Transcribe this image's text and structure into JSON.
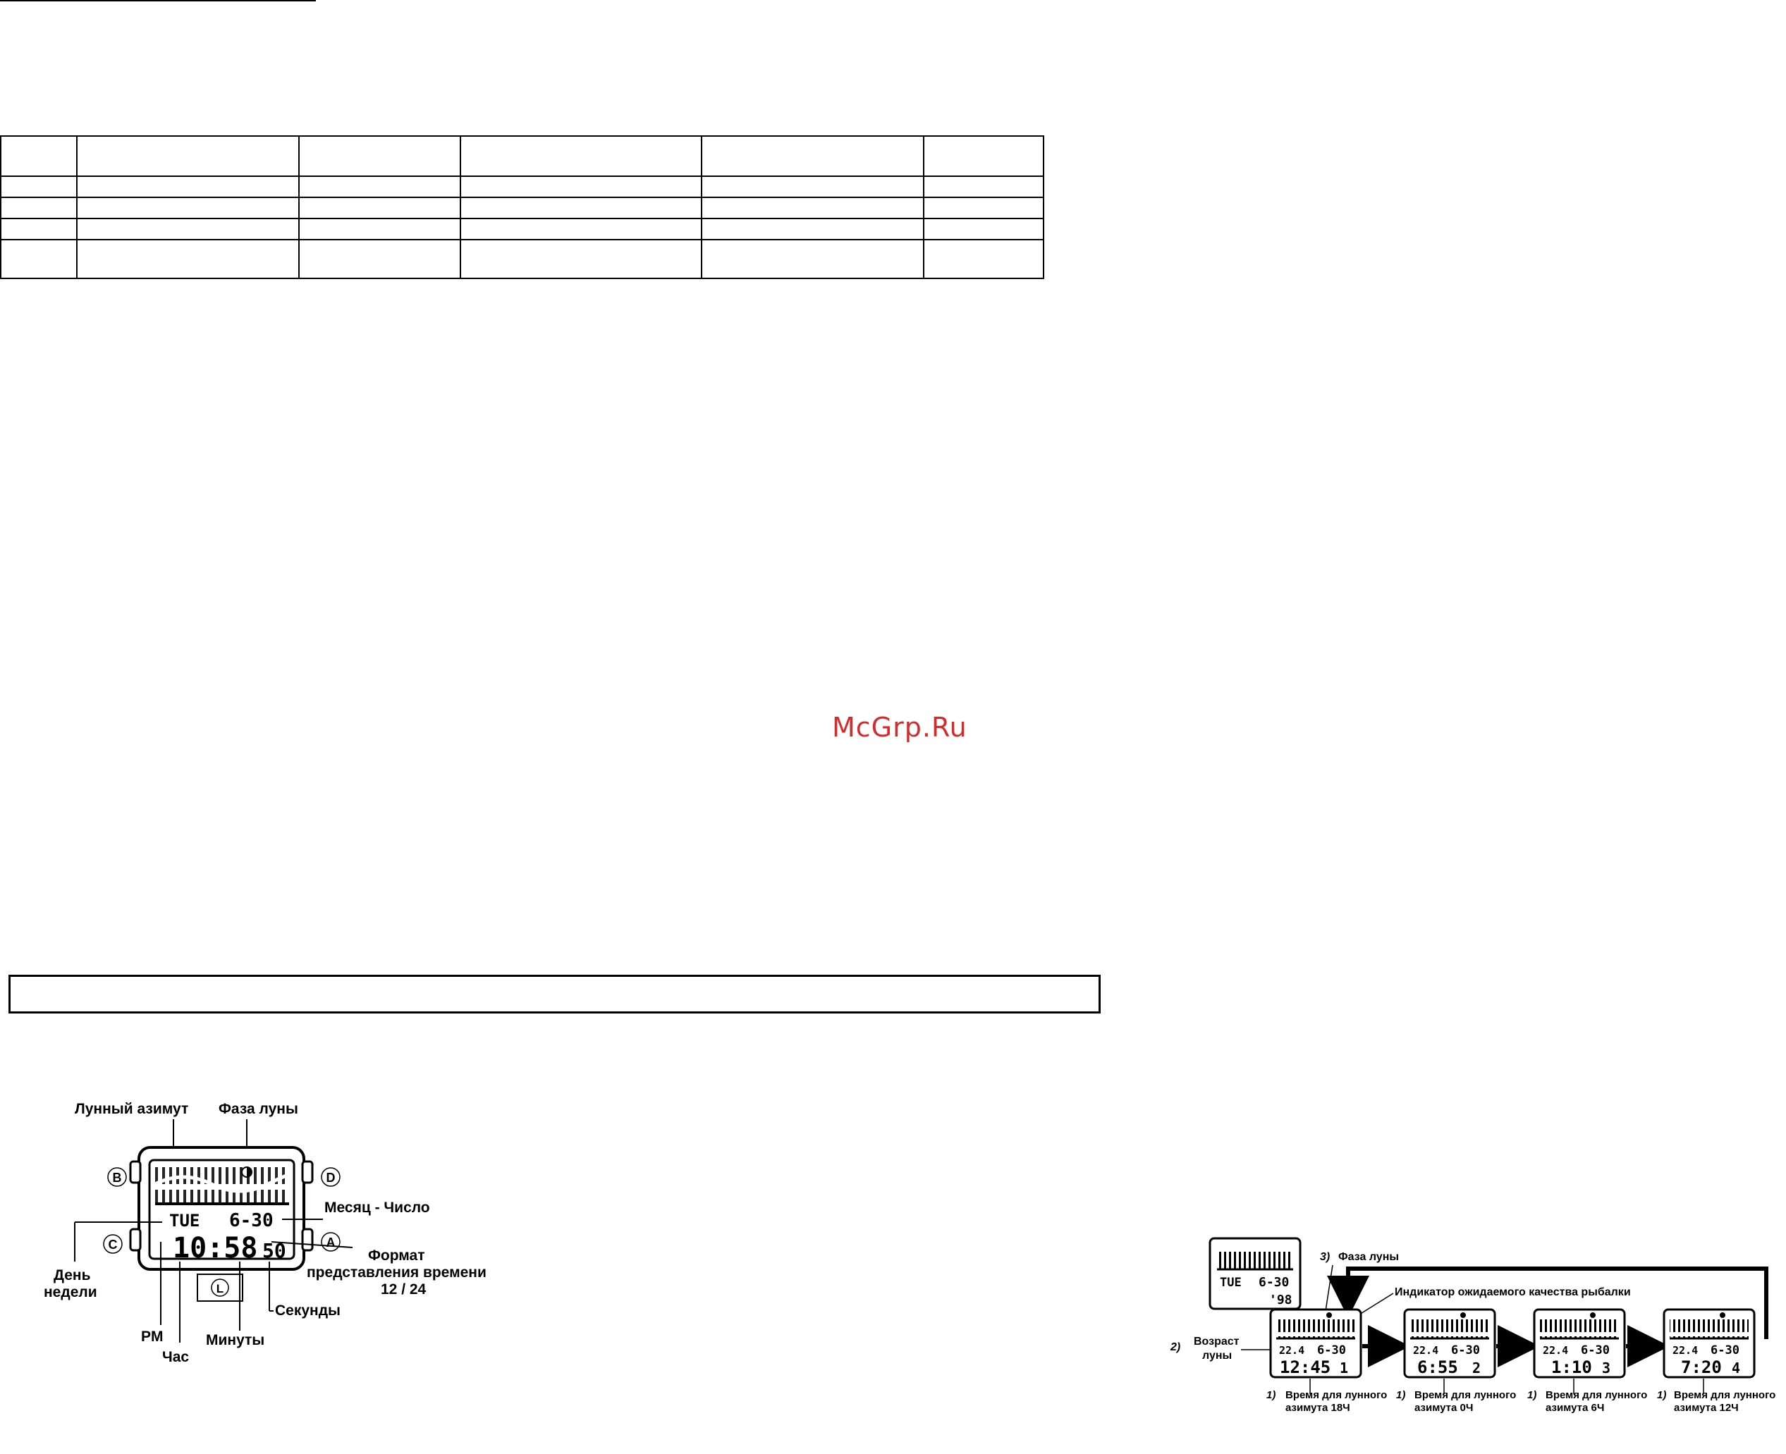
{
  "watermark": "McGrp.Ru",
  "table": {
    "rows": 5,
    "cols": 6
  },
  "watch_diagram": {
    "labels": {
      "moon_azimuth": "Лунный азимут",
      "moon_phase": "Фаза луны",
      "month_day": "Месяц - Число",
      "format_line1": "Формат",
      "format_line2": "представления времени",
      "format_line3": "12 / 24",
      "day_line1": "День",
      "day_line2": "недели",
      "seconds": "Секунды",
      "pm": "PM",
      "minutes": "Минуты",
      "hour": "Час"
    },
    "buttons": [
      "B",
      "D",
      "C",
      "A",
      "L"
    ],
    "display": {
      "day": "TUE",
      "date": "6-30",
      "time": "10:58",
      "seconds": "50"
    }
  },
  "moon_sequence": {
    "first_display": {
      "day": "TUE",
      "date": "6-30",
      "year": "'98"
    },
    "labels": {
      "phase": "Фаза луны",
      "phase_num": "3)",
      "fishing_indicator": "Индикатор ожидаемого качества рыбалки",
      "age_num": "2)",
      "age_line1": "Возраст",
      "age_line2": "луны"
    },
    "screens": [
      {
        "age": "22.4",
        "date": "6-30",
        "time": "12:45",
        "step": "1",
        "note_num": "1)",
        "note_line1": "Время для лунного",
        "note_line2": "азимута 18Ч"
      },
      {
        "age": "22.4",
        "date": "6-30",
        "time": "6:55",
        "step": "2",
        "note_num": "1)",
        "note_line1": "Время для лунного",
        "note_line2": "азимута 0Ч"
      },
      {
        "age": "22.4",
        "date": "6-30",
        "time": "1:10",
        "step": "3",
        "note_num": "1)",
        "note_line1": "Время для лунного",
        "note_line2": "азимута 6Ч"
      },
      {
        "age": "22.4",
        "date": "6-30",
        "time": "7:20",
        "step": "4",
        "note_num": "1)",
        "note_line1": "Время для лунного",
        "note_line2": "азимута 12Ч"
      }
    ]
  }
}
